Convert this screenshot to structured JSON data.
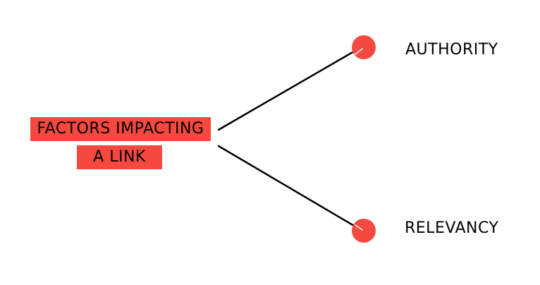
{
  "title": {
    "line1": "FACTORS IMPACTING",
    "line2": "A LINK"
  },
  "branches": [
    {
      "label": "AUTHORITY"
    },
    {
      "label": "RELEVANCY"
    }
  ],
  "colors": {
    "accent": "#f5493f",
    "line": "#000000",
    "text": "#000000",
    "background": "#ffffff"
  }
}
